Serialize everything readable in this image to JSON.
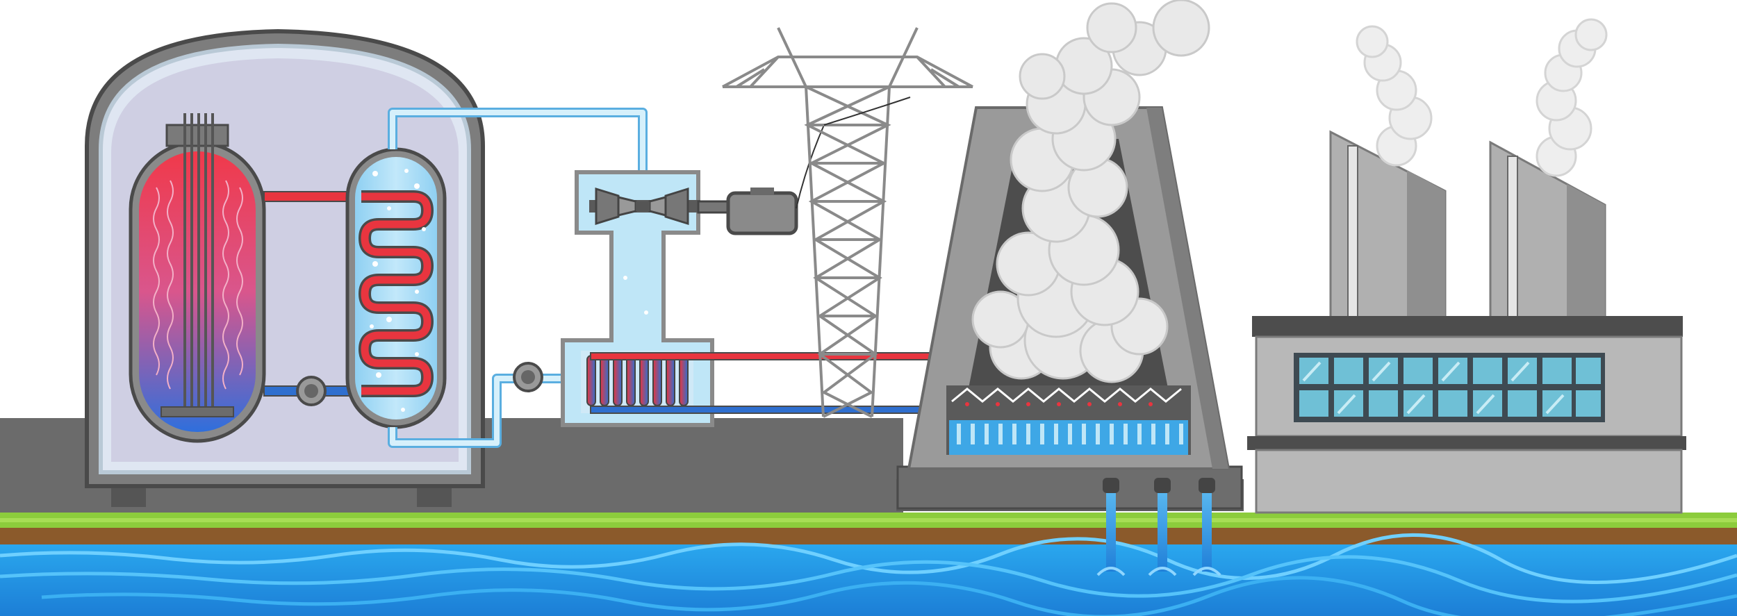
{
  "scene": {
    "type": "nuclear-power-plant-illustration",
    "text_labels": [],
    "components": [
      "containment-building",
      "reactor-vessel",
      "control-rods",
      "steam-generator",
      "coolant-pump",
      "steam-turbine",
      "electric-generator",
      "transmission-tower",
      "condenser",
      "cooling-tower",
      "factory-building",
      "smokestacks",
      "water-outflow-pipes",
      "river"
    ],
    "colors": {
      "hot_coolant": "#e8353f",
      "cold_coolant": "#2f6fcf",
      "steam_water": "#bfe6f7",
      "pipe_outline": "#5aaee0",
      "concrete": "#8a8a8a",
      "ground_dark": "#6b6b6b",
      "grass": "#8ccc3c",
      "soil": "#8b5a2b",
      "river": "#1d95e0",
      "window": "#6fc0d6",
      "smoke": "#e9e9e9"
    }
  }
}
